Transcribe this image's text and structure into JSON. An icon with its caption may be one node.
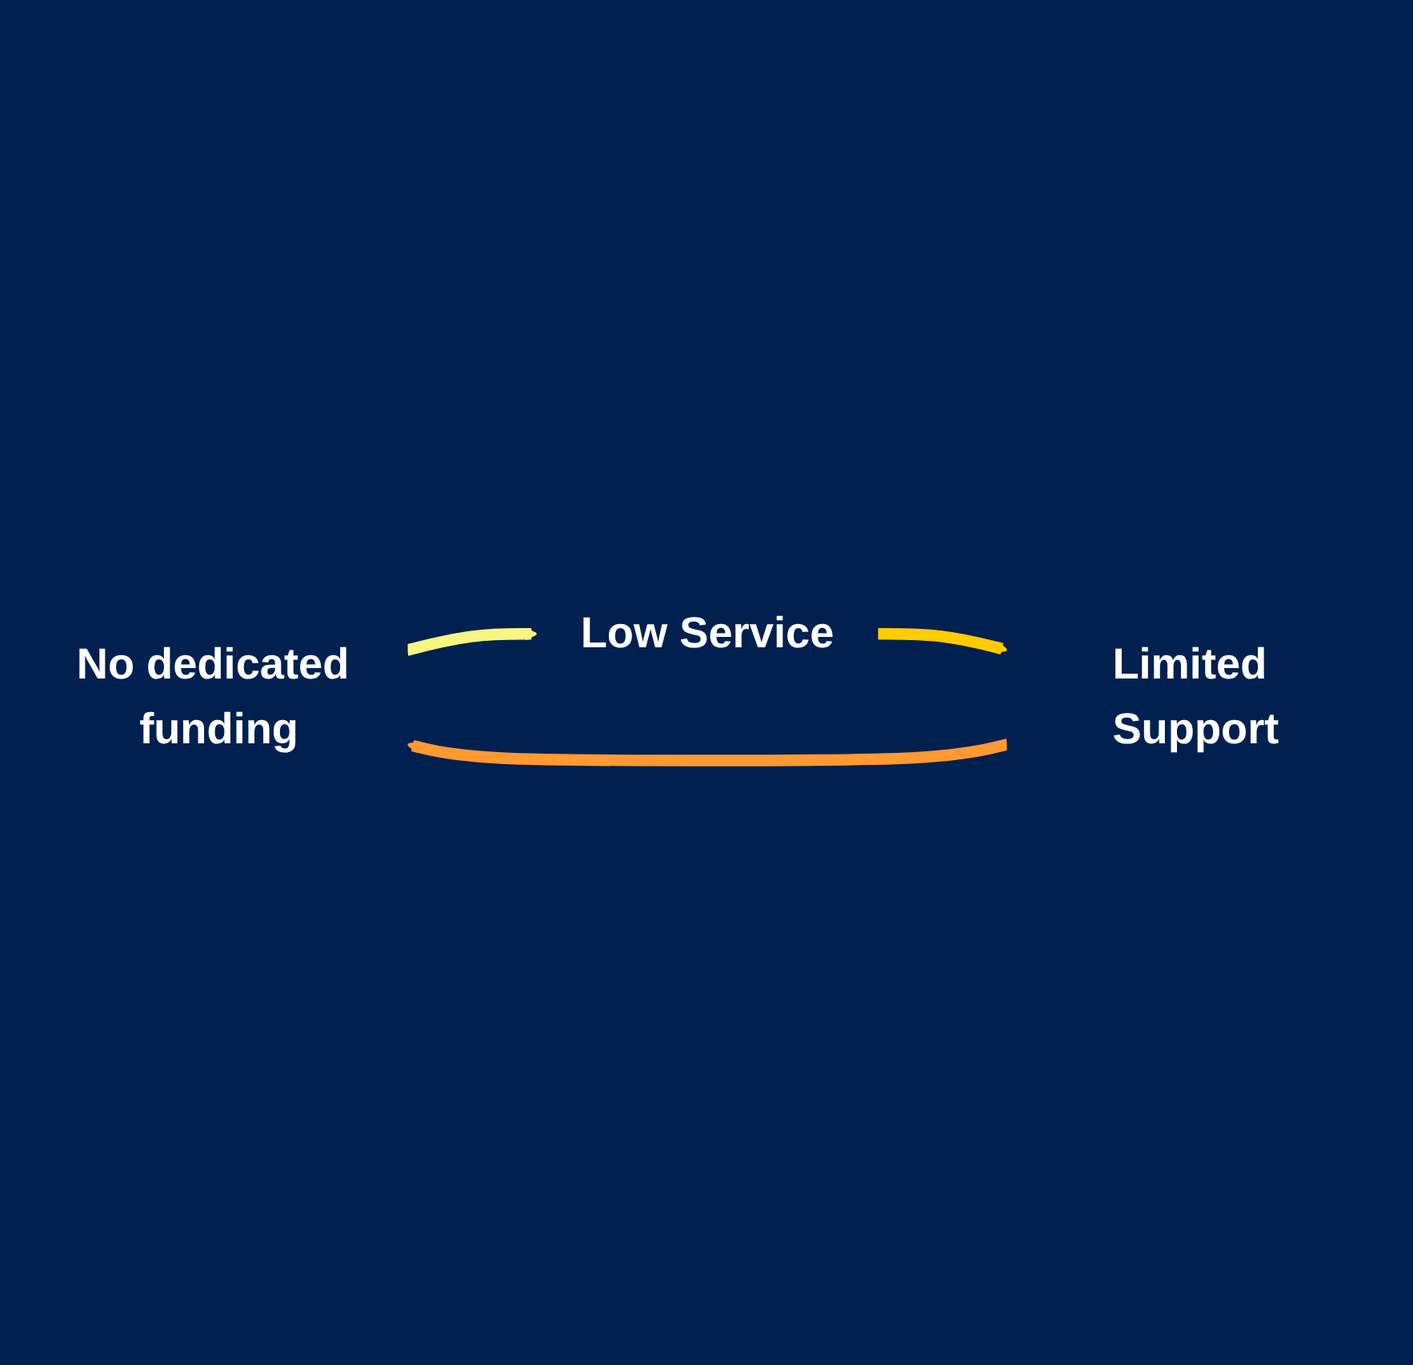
{
  "diagram": {
    "nodes": [
      {
        "text": [
          "No dedicated funding"
        ]
      },
      {
        "text": [
          "Low Service"
        ]
      },
      {
        "text": [
          "Limited Support"
        ]
      }
    ],
    "edges": [
      {
        "from": 0,
        "to": 1,
        "arrow": "to",
        "color": "#f8f580"
      },
      {
        "from": 1,
        "to": 2,
        "arrow": "to",
        "color": "#ffcc00"
      },
      {
        "from": 2,
        "to": 0,
        "arrow": "to",
        "color": "#ff9933"
      }
    ]
  }
}
